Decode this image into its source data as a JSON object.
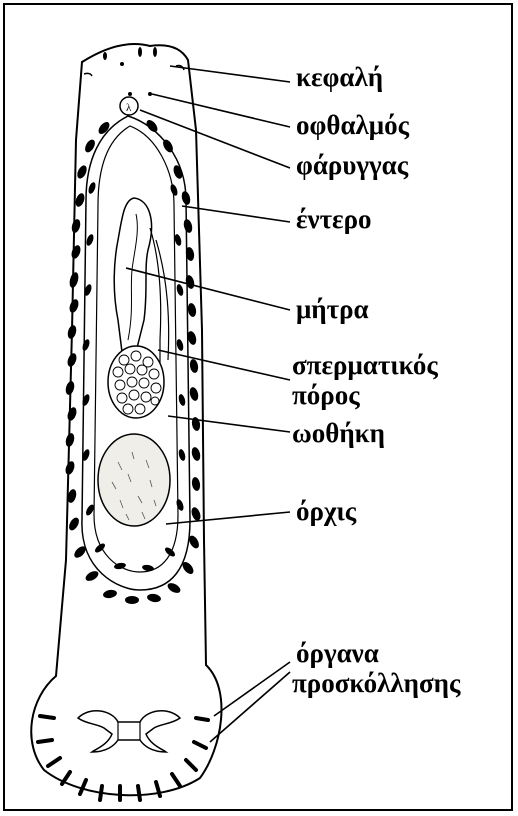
{
  "labels": {
    "kefali": "κεφαλή",
    "ofthalmos": "οφθαλμός",
    "faryggas": "φάρυγγας",
    "entero": "έντερο",
    "mitra": "μήτρα",
    "spermatikos_line1": "σπερματικός",
    "spermatikos_line2": "πόρος",
    "oothiki": "ωοθήκη",
    "orchis": "όρχις",
    "organa_line1": "όργανα",
    "organa_line2": "προσκόλλησης"
  },
  "colors": {
    "ink": "#000000",
    "paper": "#ffffff",
    "testis": "#efeee8"
  }
}
